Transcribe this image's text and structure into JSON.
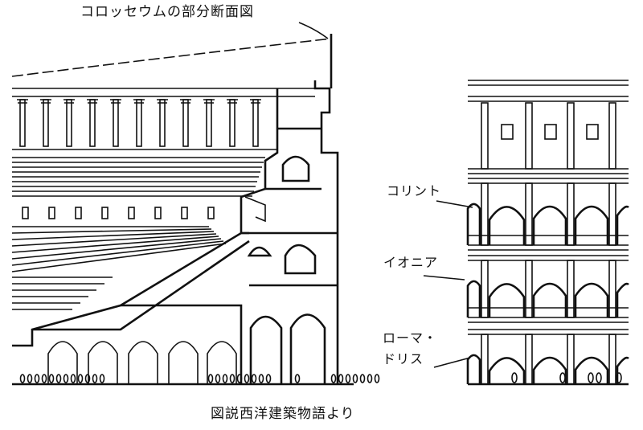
{
  "diagram": {
    "title": "コロッセウムの部分断面図",
    "labels": {
      "corinthian": "コリント",
      "ionic": "イオニア",
      "roman_doric_line1": "ローマ・",
      "roman_doric_line2": "ドリス"
    },
    "caption": "図説西洋建築物語より"
  }
}
